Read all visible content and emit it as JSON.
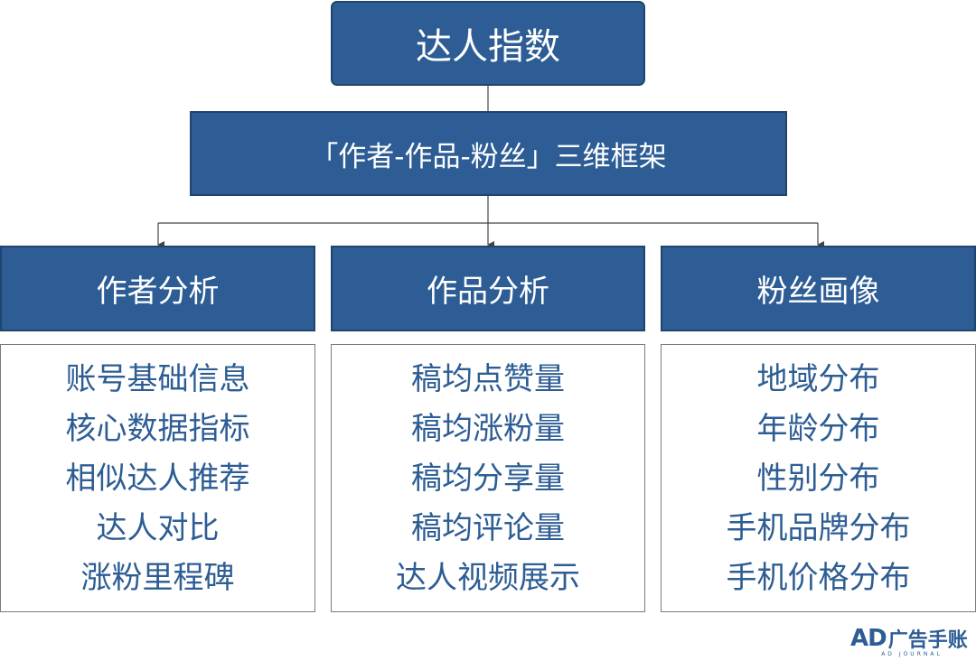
{
  "root": {
    "label": "达人指数"
  },
  "framework": {
    "label": "「作者-作品-粉丝」三维框架"
  },
  "categories": [
    {
      "label": "作者分析",
      "items": [
        "账号基础信息",
        "核心数据指标",
        "相似达人推荐",
        "达人对比",
        "涨粉里程碑"
      ]
    },
    {
      "label": "作品分析",
      "items": [
        "稿均点赞量",
        "稿均涨粉量",
        "稿均分享量",
        "稿均评论量",
        "达人视频展示"
      ]
    },
    {
      "label": "粉丝画像",
      "items": [
        "地域分布",
        "年龄分布",
        "性别分布",
        "手机品牌分布",
        "手机价格分布"
      ]
    }
  ],
  "logo": {
    "mark": "AD",
    "name": "广告手账",
    "sub": "AD JOURNAL"
  },
  "colors": {
    "box_fill": "#2d5d94",
    "box_border": "#1f456f",
    "detail_text": "#2d5d94",
    "detail_border": "#7a7a7a",
    "connector": "#444444"
  }
}
